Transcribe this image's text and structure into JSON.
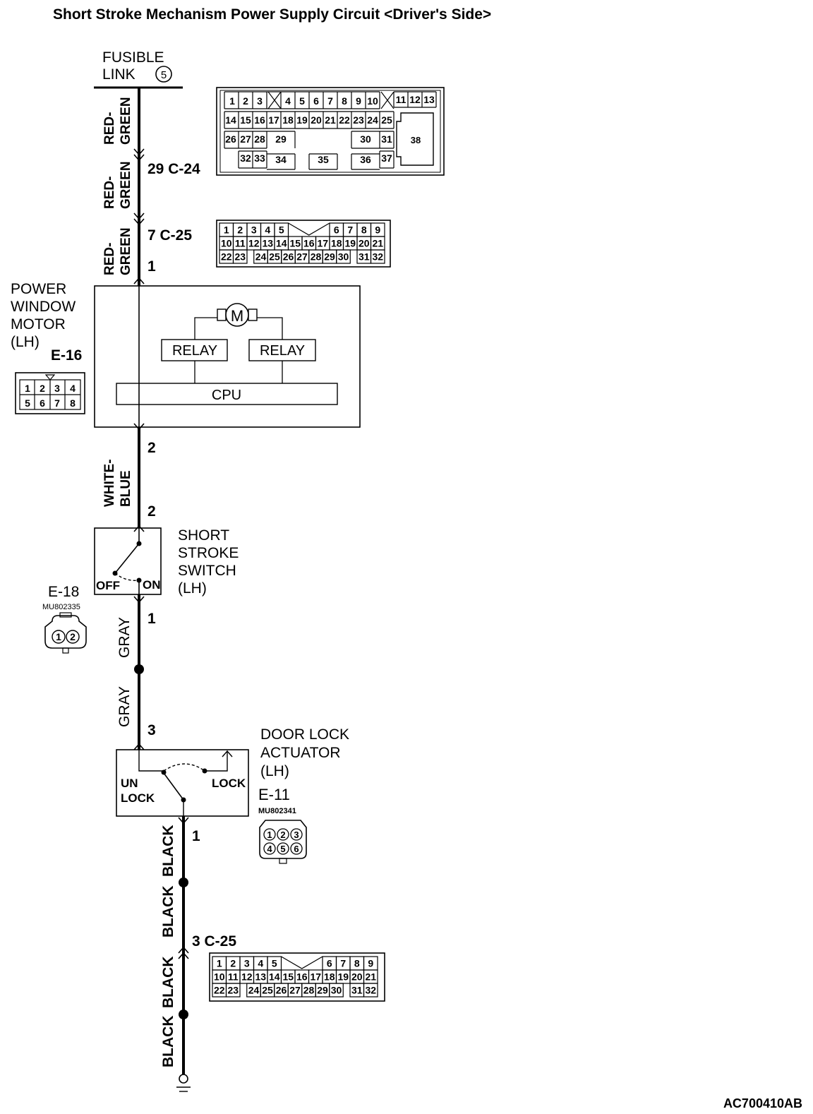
{
  "title": "Short Stroke Mechanism Power Supply Circuit <Driver's Side>",
  "figure_code": "AC700410AB",
  "fusible_link": {
    "line1": "FUSIBLE",
    "line2": "LINK",
    "number": "5"
  },
  "wire_colors": {
    "red_green_1": [
      "RED-",
      "GREEN"
    ],
    "red_green_2": [
      "RED-",
      "GREEN"
    ],
    "red_green_3": [
      "RED-",
      "GREEN"
    ],
    "white_blue": [
      "WHITE-",
      "BLUE"
    ],
    "gray_1": "GRAY",
    "gray_2": "GRAY",
    "black_1": "BLACK",
    "black_2": "BLACK",
    "black_3": "BLACK",
    "black_4": "BLACK"
  },
  "pins": {
    "c24": "29 C-24",
    "c25_top": "7 C-25",
    "motor_in": "1",
    "motor_out": "2",
    "switch_in": "2",
    "switch_out": "1",
    "actuator_in": "3",
    "actuator_out": "1",
    "c25_bottom": "3 C-25"
  },
  "motor": {
    "label": [
      "POWER",
      "WINDOW",
      "MOTOR",
      "(LH)"
    ],
    "connector_id": "E-16",
    "motor_symbol": "M",
    "relay_1": "RELAY",
    "relay_2": "RELAY",
    "cpu": "CPU",
    "connector_pins": {
      "top": [
        "1",
        "2",
        "3",
        "4"
      ],
      "bottom": [
        "5",
        "6",
        "7",
        "8"
      ]
    }
  },
  "switch": {
    "label": [
      "SHORT",
      "STROKE",
      "SWITCH",
      "(LH)"
    ],
    "off": "OFF",
    "on": "ON",
    "connector_id": "E-18",
    "part_number": "MU802335",
    "connector_pins": [
      "1",
      "2"
    ]
  },
  "actuator": {
    "label": [
      "DOOR LOCK",
      "ACTUATOR",
      "(LH)"
    ],
    "unlock": [
      "UN",
      "LOCK"
    ],
    "lock": "LOCK",
    "connector_id": "E-11",
    "part_number": "MU802341",
    "connector_pins": {
      "top": [
        "1",
        "2",
        "3"
      ],
      "bottom": [
        "4",
        "5",
        "6"
      ]
    }
  },
  "connector_c24": {
    "row1": [
      "1",
      "2",
      "3",
      "4",
      "5",
      "6",
      "7",
      "8",
      "9",
      "10",
      "11",
      "12",
      "13"
    ],
    "row2": [
      "14",
      "15",
      "16",
      "17",
      "18",
      "19",
      "20",
      "21",
      "22",
      "23",
      "24",
      "25"
    ],
    "row3": [
      "26",
      "27",
      "28",
      "29",
      "30",
      "31"
    ],
    "row4": [
      "32",
      "33",
      "34",
      "35",
      "36",
      "37"
    ],
    "big": "38"
  },
  "connector_c25": {
    "row1": [
      "1",
      "2",
      "3",
      "4",
      "5",
      "6",
      "7",
      "8",
      "9"
    ],
    "row2": [
      "10",
      "11",
      "12",
      "13",
      "14",
      "15",
      "16",
      "17",
      "18",
      "19",
      "20",
      "21"
    ],
    "row3": [
      "22",
      "23",
      "24",
      "25",
      "26",
      "27",
      "28",
      "29",
      "30",
      "31",
      "32"
    ]
  }
}
